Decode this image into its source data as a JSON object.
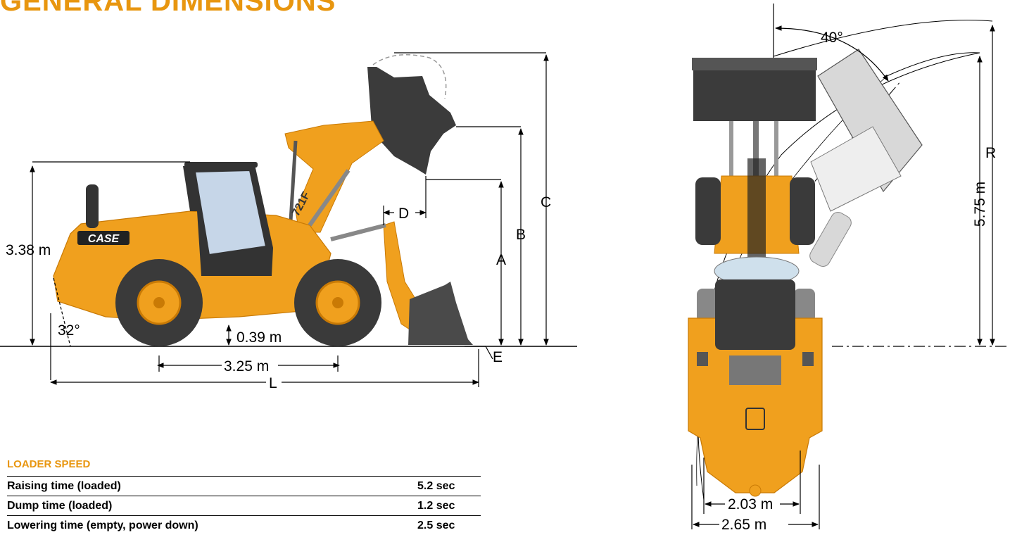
{
  "header": {
    "title": "GENERAL DIMENSIONS"
  },
  "side_view": {
    "brand": "CASE",
    "model": "721F",
    "dims": {
      "height": "3.38 m",
      "angle": "32°",
      "clearance": "0.39 m",
      "wheelbase": "3.25 m",
      "length": "L",
      "a": "A",
      "b": "B",
      "c": "C",
      "d": "D",
      "e": "E"
    }
  },
  "top_view": {
    "angle": "40°",
    "radius_label": "R",
    "radius": "5.75 m",
    "track": "2.03 m",
    "width": "2.65 m"
  },
  "loader_speed": {
    "title": "LOADER SPEED",
    "rows": [
      {
        "label": "Raising time (loaded)",
        "value": "5.2 sec"
      },
      {
        "label": "Dump time (loaded)",
        "value": "1.2 sec"
      },
      {
        "label": "Lowering time (empty, power down)",
        "value": "2.5 sec"
      }
    ]
  },
  "colors": {
    "accent": "#e8960f",
    "machine": "#f0a01e",
    "dark": "#3a3a3a"
  }
}
